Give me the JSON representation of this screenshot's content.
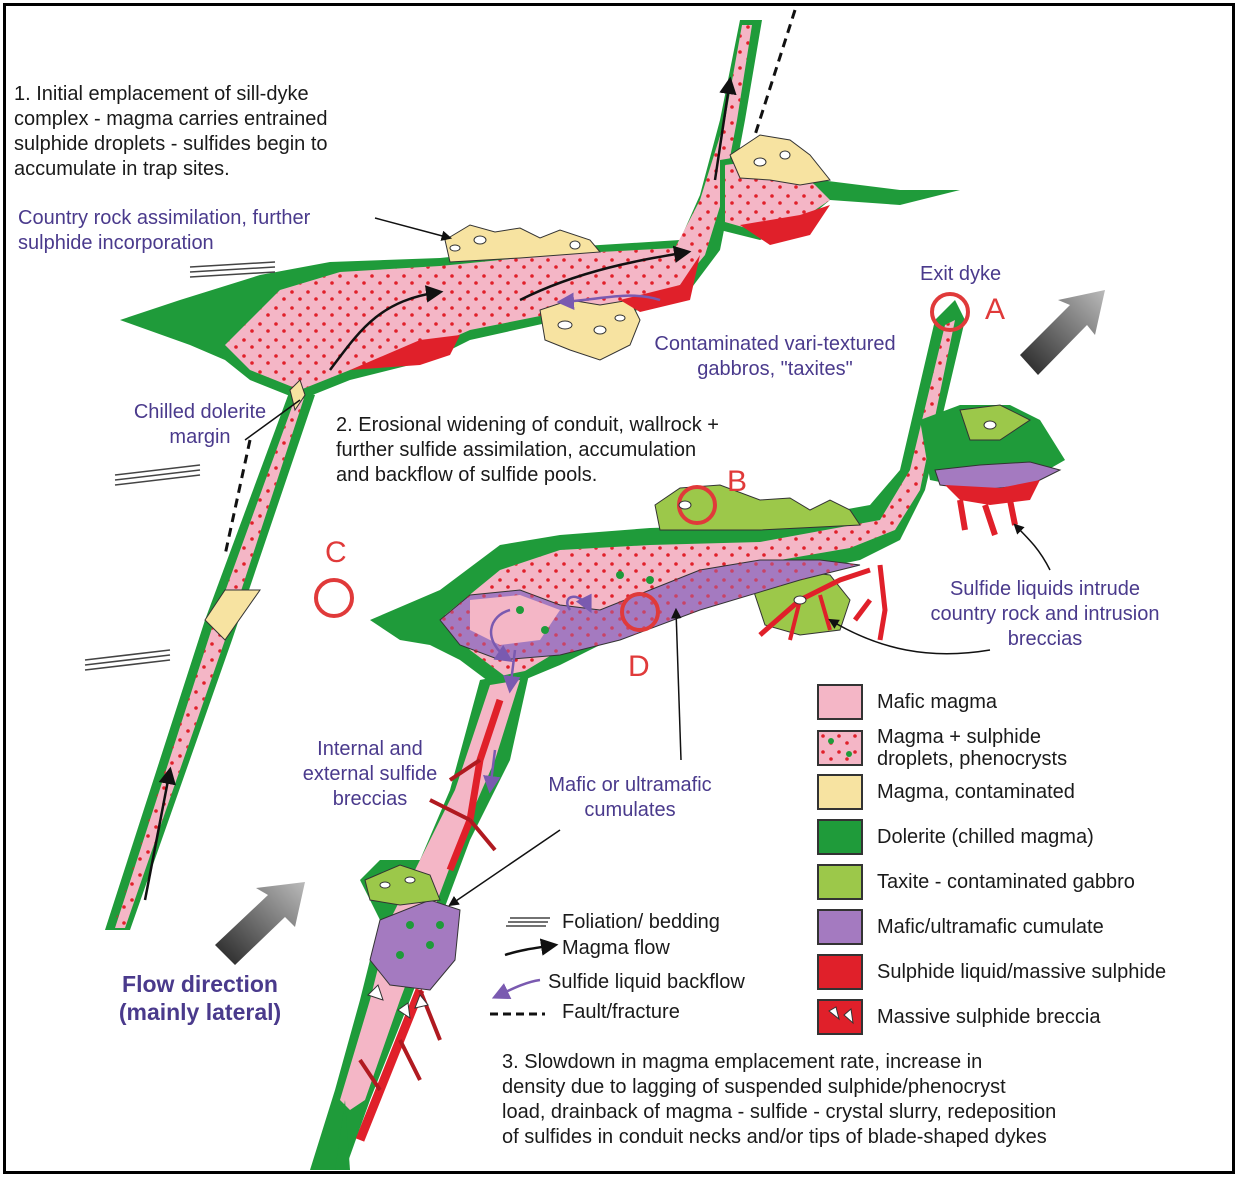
{
  "labels": {
    "step1": "1. Initial emplacement of sill-dyke\ncomplex - magma carries entrained\nsulphide droplets - sulfides begin to\naccumulate in trap sites.",
    "country_rock": "Country rock assimilation, further\nsulphide incorporation",
    "exit_dyke": "Exit dyke",
    "taxites": "Contaminated vari-textured\ngabbros, \"taxites\"",
    "chilled_margin": "Chilled dolerite\nmargin",
    "step2": "2. Erosional widening of conduit, wallrock +\nfurther sulfide assimilation, accumulation\nand backflow of sulfide pools.",
    "sulfide_intrude": "Sulfide liquids intrude\ncountry rock and intrusion\nbreccias",
    "breccias": "Internal and\nexternal sulfide\nbreccias",
    "cumulates": "Mafic or ultramafic\ncumulates",
    "flow_direction": "Flow direction\n(mainly lateral)",
    "step3": "3. Slowdown in magma emplacement rate, increase in\ndensity due to lagging of suspended sulphide/phenocryst\nload, drainback of magma - sulfide - crystal slurry, redeposition\nof sulfides in conduit necks and/or tips of blade-shaped dykes"
  },
  "markers": {
    "a": "A",
    "b": "B",
    "c": "C",
    "d": "D"
  },
  "key": {
    "foliation": "Foliation/ bedding",
    "magma_flow": "Magma flow",
    "backflow": "Sulfide liquid backflow",
    "fault": "Fault/fracture"
  },
  "legend": [
    {
      "label": "Mafic magma",
      "color": "#f4b6c6",
      "pattern": "plain"
    },
    {
      "label": "Magma + sulphide\ndroplets, phenocrysts",
      "color": "#f4b6c6",
      "pattern": "dots"
    },
    {
      "label": "Magma, contaminated",
      "color": "#f7e3a1",
      "pattern": "plain"
    },
    {
      "label": "Dolerite (chilled magma)",
      "color": "#1f9b3a",
      "pattern": "plain"
    },
    {
      "label": "Taxite - contaminated gabbro",
      "color": "#9cc84a",
      "pattern": "plain"
    },
    {
      "label": "Mafic/ultramafic cumulate",
      "color": "#a47ac0",
      "pattern": "plain"
    },
    {
      "label": "Sulphide liquid/massive sulphide",
      "color": "#e0202a",
      "pattern": "plain"
    },
    {
      "label": "Massive sulphide breccia",
      "color": "#e0202a",
      "pattern": "breccia"
    }
  ],
  "colors": {
    "magma": "#f4b6c6",
    "dolerite": "#1f9b3a",
    "taxite": "#9cc84a",
    "contaminated": "#f7e3a1",
    "cumulate": "#a47ac0",
    "sulphide": "#e0202a",
    "marker": "#e03a3a",
    "label_purple": "#4a3a8c"
  }
}
